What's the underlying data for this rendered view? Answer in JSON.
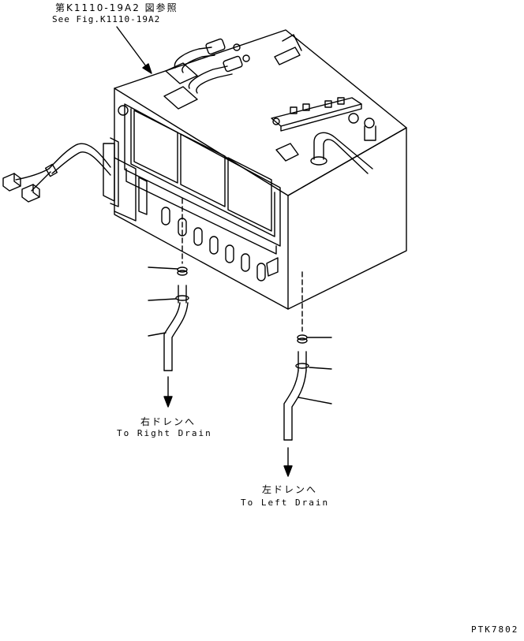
{
  "figure": {
    "reference_jp": "第K1110-19A2 図参照",
    "reference_en": "See Fig.K1110-19A2",
    "right_drain_jp": "右ドレンへ",
    "right_drain_en": "To Right Drain",
    "left_drain_jp": "左ドレンへ",
    "left_drain_en": "To Left Drain",
    "drawing_code": "PTK7802"
  },
  "colors": {
    "ink": "#000000",
    "paper": "#ffffff"
  }
}
